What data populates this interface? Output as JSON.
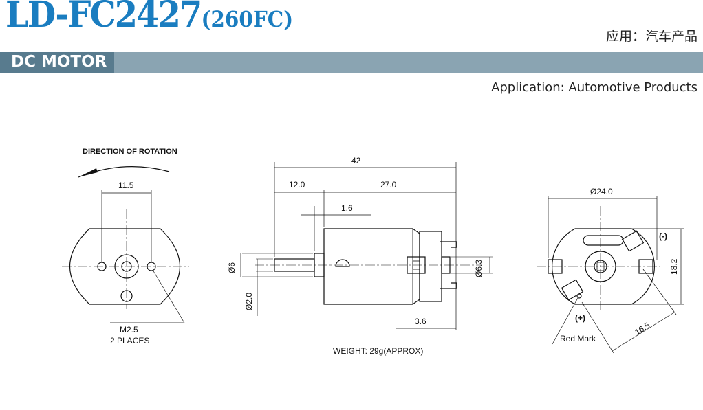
{
  "header": {
    "model": "LD-FC2427",
    "model_sub": "(260FC)",
    "application_cn": "应用：汽车产品",
    "category": "DC MOTOR",
    "application_en": "Application: Automotive Products"
  },
  "front_view": {
    "rotation_label": "DIRECTION OF ROTATION",
    "dim_hole_spacing": "11.5",
    "thread_label": "M2.5",
    "places_label": "2 PLACES"
  },
  "side_view": {
    "dim_total_length": "42",
    "dim_shaft_length": "12.0",
    "dim_body_length": "27.0",
    "dim_flange": "1.6",
    "dim_boss_dia": "Ø6",
    "dim_shaft_dia": "Ø2.0",
    "dim_bearing_dia": "Ø6.3",
    "dim_terminal": "3.6",
    "weight_label": "WEIGHT: 29g(APPROX)"
  },
  "rear_view": {
    "dim_body_dia": "Ø24.0",
    "dim_flat_height": "18.2",
    "dim_diagonal": "16.5",
    "minus_label": "(-)",
    "plus_label": "(+)",
    "red_mark_label": "Red Mark"
  }
}
